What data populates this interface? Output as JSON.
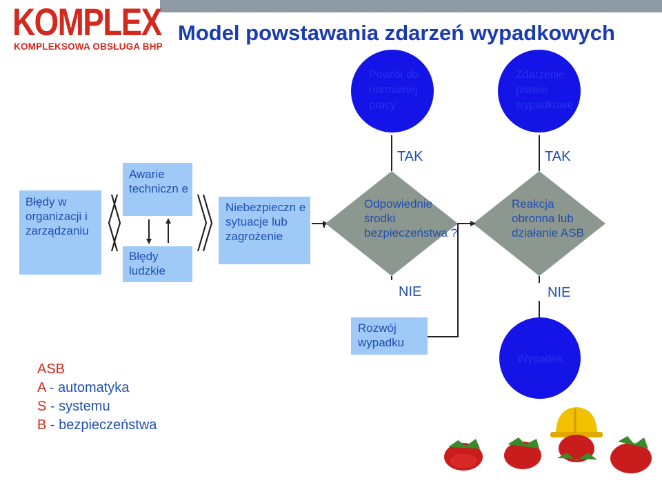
{
  "logo": {
    "main": "KOMPLEX",
    "sub": "KOMPLEKSOWA OBSŁUGA BHP"
  },
  "title": "Model powstawania zdarzeń wypadkowych",
  "nodes": {
    "bledy_w_organizacji": "Błędy w organizacji i zarządzaniu",
    "awarie_techniczne": "Awarie techniczn e",
    "bledy_ludzkie": "Błędy ludzkie",
    "niebezpieczne_sytuacje": "Niebezpieczn e sytuacje lub zagrożenie",
    "odpowiednie_srodki": "Odpowiednie środki bezpieczeństwa ?",
    "reakcja_obronna": "Reakcja obronna lub działanie ASB",
    "powrot": "Powrót do normalnej pracy",
    "zdarzenie_prawie": "Zdarzenie prawie wypadkowe",
    "rozwoj_wypadku": "Rozwój wypadku",
    "wypadek": "Wypadek"
  },
  "labels": {
    "tak1": "TAK",
    "nie1": "NIE",
    "tak2": "TAK",
    "nie2": "NIE"
  },
  "legend": {
    "title": "ASB",
    "items": [
      {
        "key": "A",
        "text": " - automatyka"
      },
      {
        "key": "S",
        "text": " - systemu"
      },
      {
        "key": "B",
        "text": " - bezpieczeństwa"
      }
    ]
  },
  "colors": {
    "box": "#9fcaf7",
    "circle": "#1414e6",
    "diamond": "#8c9790",
    "title": "#1a3bb2",
    "brand": "#d22a1e"
  }
}
